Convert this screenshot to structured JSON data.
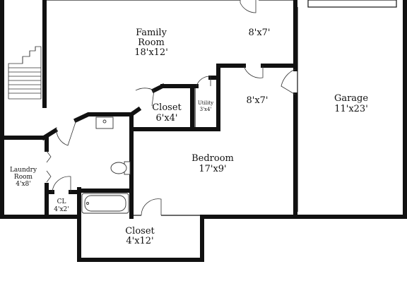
{
  "rooms": {
    "family_room": {
      "name_1": "Family",
      "name_2": "Room",
      "size": "18'x12'"
    },
    "room_a": {
      "size": "8'x7'"
    },
    "room_b": {
      "size": "8'x7'"
    },
    "garage": {
      "name": "Garage",
      "size": "11'x23'"
    },
    "closet_upper": {
      "name": "Closet",
      "size": "6'x4'"
    },
    "utility": {
      "name": "Utility",
      "size": "3'x4'"
    },
    "bedroom": {
      "name": "Bedroom",
      "size": "17'x9'"
    },
    "laundry": {
      "name_1": "Laundry",
      "name_2": "Room",
      "size": "4'x8'"
    },
    "cl": {
      "name": "CL",
      "size": "4'x2'"
    },
    "closet_lower": {
      "name": "Closet",
      "size": "4'x12'"
    }
  }
}
